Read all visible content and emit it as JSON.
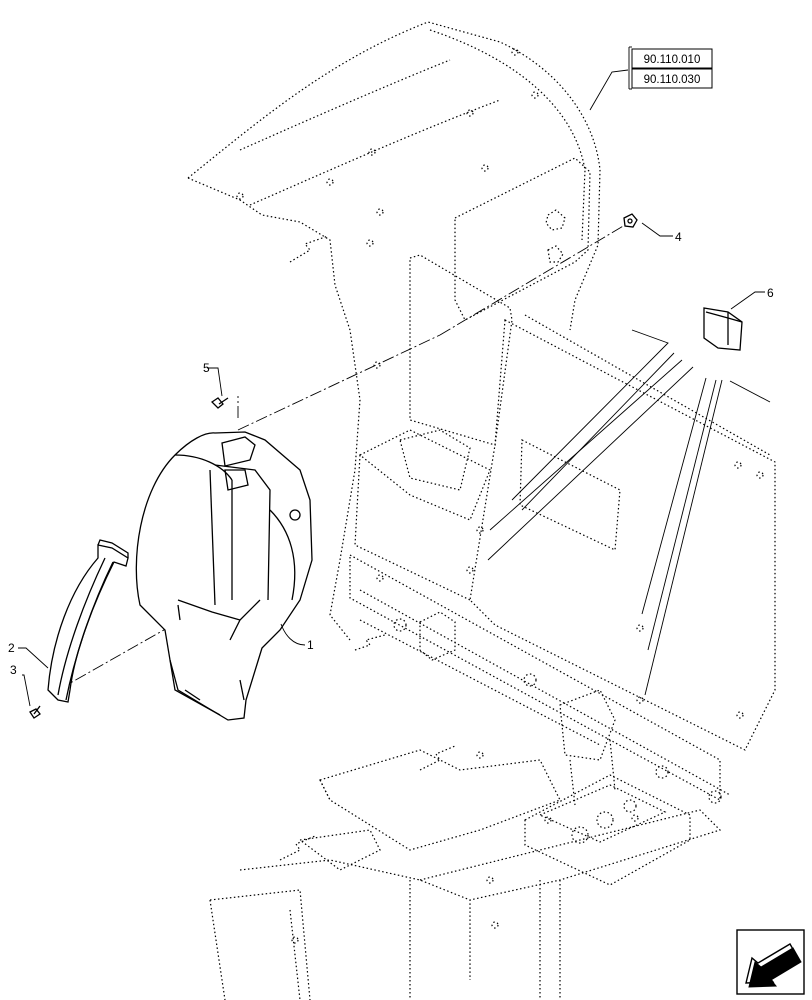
{
  "references": [
    "90.110.010",
    "90.110.030"
  ],
  "callouts": [
    {
      "id": "1",
      "label": "1"
    },
    {
      "id": "2",
      "label": "2"
    },
    {
      "id": "3",
      "label": "3"
    },
    {
      "id": "4",
      "label": "4"
    },
    {
      "id": "5",
      "label": "5"
    },
    {
      "id": "6",
      "label": "6"
    }
  ],
  "icons": {
    "navigation": "arrow-down-left-icon"
  }
}
